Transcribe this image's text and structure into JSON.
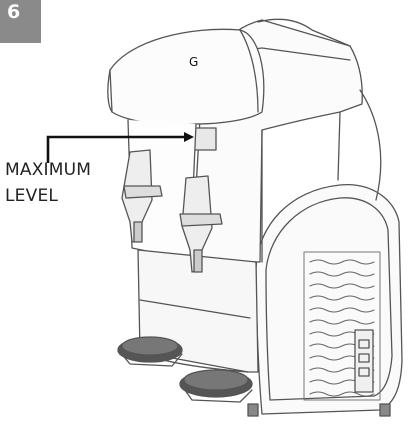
{
  "step_number": "6",
  "callout": {
    "line1": "MAXIMUM",
    "line2": "LEVEL"
  },
  "part_label": "G"
}
